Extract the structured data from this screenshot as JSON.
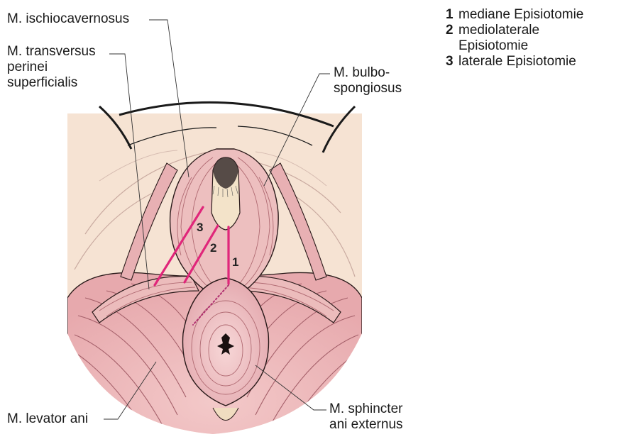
{
  "labels": {
    "ischiocavernosus": "M. ischiocavernosus",
    "transversus": "M. transversus\nperinei\nsuperficialis",
    "bulbospongiosus": "M. bulbo-\nspongiosus",
    "levator": "M. levator ani",
    "sphincter": "M. sphincter\nani externus"
  },
  "legend": [
    {
      "num": "1",
      "text": "mediane Episiotomie"
    },
    {
      "num": "2",
      "text": "mediolaterale\nEpisiotomie"
    },
    {
      "num": "3",
      "text": "laterale Episiotomie"
    }
  ],
  "cut_numbers": {
    "c1": "1",
    "c2": "2",
    "c3": "3"
  },
  "colors": {
    "incision": "#e0267a",
    "skin": "#f6e3d3",
    "muscle": "#eab5b5",
    "muscle_dark": "#d98f95",
    "outline": "#2a1a1a"
  }
}
